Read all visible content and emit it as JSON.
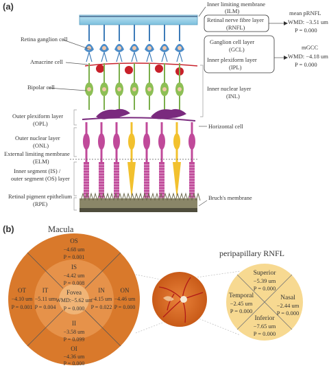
{
  "panel_a": {
    "tag": "(a)",
    "left_labels": {
      "rgc": "Retina ganglion cell",
      "amacrine": "Amacrine cell",
      "bipolar": "Bipolar cell",
      "opl_1": "Outer plexiform layer",
      "opl_2": "(OPL)",
      "onl_1": "Outer nuclear layer",
      "onl_2": "(ONL)",
      "elm_1": "External limiting membrane",
      "elm_2": "(ELM)",
      "isos_1": "Inner segment (IS) /",
      "isos_2": "outer segment (OS) layer",
      "rpe_1": "Retinal pigment epithelium",
      "rpe_2": "(RPE)"
    },
    "right_labels": {
      "ilm_1": "Inner limiting membrane",
      "ilm_2": "(ILM)",
      "rnfl_1": "Retinal nerve fibre layer",
      "rnfl_2": "(RNFL)",
      "gcl_1": "Ganglion cell layer",
      "gcl_2": "(GCL)",
      "ipl_1": "Inner plexiform layer",
      "ipl_2": "(IPL)",
      "inl_1": "Inner nuclear layer",
      "inl_2": "(INL)",
      "horizontal": "Horizontal cell",
      "bruch": "Bruch's membrane"
    },
    "stats": {
      "prnfl_title": "mean pRNFL",
      "prnfl_wmd": "WMD: −3.51 um",
      "prnfl_p": "P = 0.000",
      "mgcc_title": "mGCC",
      "mgcc_wmd": "WMD: −4.18 um",
      "mgcc_p": "P = 0.000"
    }
  },
  "panel_b": {
    "tag": "(b)",
    "macula_title": "Macula",
    "rnfl_title": "peripapillary RNFL",
    "macula": {
      "os": {
        "name": "OS",
        "wmd": "−4.68 um",
        "p": "P = 0.001"
      },
      "is": {
        "name": "IS",
        "wmd": "−4.42 um",
        "p": "P = 0.008"
      },
      "fovea": {
        "name": "Fovea",
        "wmd": "WMD:−5.62 um",
        "p": "P = 0.000"
      },
      "in": {
        "name": "IN",
        "wmd": "−4.15 um",
        "p": "P = 0.022"
      },
      "on": {
        "name": "ON",
        "wmd": "−4.46 um",
        "p": "P = 0.000"
      },
      "it": {
        "name": "IT",
        "wmd": "−5.11 um",
        "p": "P = 0.004"
      },
      "ot": {
        "name": "OT",
        "wmd": "−4.10 um",
        "p": "P = 0.001"
      },
      "ii": {
        "name": "II",
        "wmd": "−3.58 um",
        "p": "P = 0.099"
      },
      "oi": {
        "name": "OI",
        "wmd": "−4.36 um",
        "p": "P = 0.000"
      }
    },
    "rnfl": {
      "superior": {
        "name": "Superior",
        "wmd": "−5.39 um",
        "p": "P = 0.000"
      },
      "temporal": {
        "name": "Temporal",
        "wmd": "−2.45 um",
        "p": "P = 0.000"
      },
      "nasal": {
        "name": "Nasal",
        "wmd": "−2.44 um",
        "p": "P = 0.000"
      },
      "inferior": {
        "name": "Inferior",
        "wmd": "−7.65 um",
        "p": "P = 0.000"
      }
    },
    "colors": {
      "macula_outer": "#d9792b",
      "macula_mid": "#e6924a",
      "macula_inner": "#f0b476",
      "fundus": "#d86a22",
      "rnfl_circle": "#f7d991"
    }
  }
}
